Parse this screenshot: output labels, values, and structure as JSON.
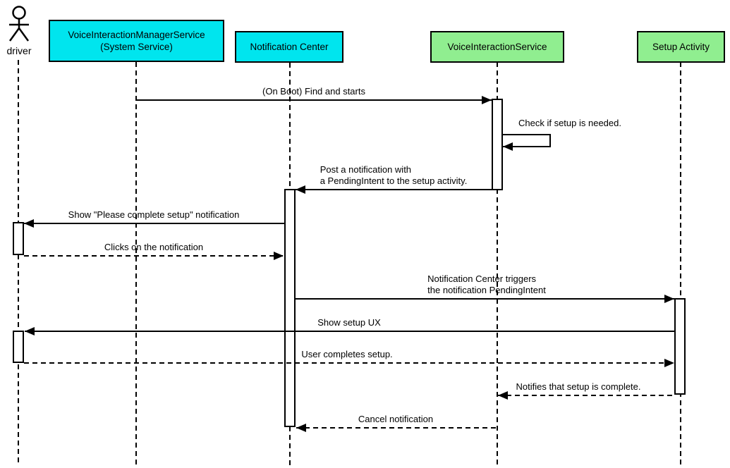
{
  "diagram_type": "uml-sequence-diagram",
  "colors": {
    "participant_cyan": "#00E5EE",
    "participant_green": "#90EE90",
    "line": "#000000",
    "background": "#FFFFFF"
  },
  "participants": [
    {
      "id": "driver",
      "type": "actor",
      "label": "driver"
    },
    {
      "id": "vims",
      "type": "box",
      "line1": "VoiceInteractionManagerService",
      "line2": "(System Service)",
      "color": "#00E5EE"
    },
    {
      "id": "notification-center",
      "type": "box",
      "label": "Notification Center",
      "color": "#00E5EE"
    },
    {
      "id": "voice-interaction-service",
      "type": "box",
      "label": "VoiceInteractionService",
      "color": "#90EE90"
    },
    {
      "id": "setup-activity",
      "type": "box",
      "label": "Setup Activity",
      "color": "#90EE90"
    }
  ],
  "messages": [
    {
      "label": "(On Boot) Find and starts",
      "from": "vims",
      "to": "voice-interaction-service",
      "style": "solid"
    },
    {
      "label": "Check if setup is needed.",
      "from": "voice-interaction-service",
      "to": "voice-interaction-service",
      "style": "solid",
      "kind": "self"
    },
    {
      "line1": "Post a notification with",
      "line2": "a PendingIntent to the setup activity.",
      "from": "voice-interaction-service",
      "to": "notification-center",
      "style": "solid"
    },
    {
      "label": "Show \"Please complete setup\" notification",
      "from": "notification-center",
      "to": "driver",
      "style": "solid"
    },
    {
      "label": "Clicks on the notification",
      "from": "driver",
      "to": "notification-center",
      "style": "dashed"
    },
    {
      "line1": "Notification Center triggers",
      "line2": "the notification PendingIntent",
      "from": "notification-center",
      "to": "setup-activity",
      "style": "solid"
    },
    {
      "label": "Show setup UX",
      "from": "setup-activity",
      "to": "driver",
      "style": "solid"
    },
    {
      "label": "User completes setup.",
      "from": "driver",
      "to": "setup-activity",
      "style": "dashed"
    },
    {
      "label": "Notifies that setup is complete.",
      "from": "setup-activity",
      "to": "voice-interaction-service",
      "style": "dashed"
    },
    {
      "label": "Cancel notification",
      "from": "voice-interaction-service",
      "to": "notification-center",
      "style": "dashed"
    }
  ]
}
